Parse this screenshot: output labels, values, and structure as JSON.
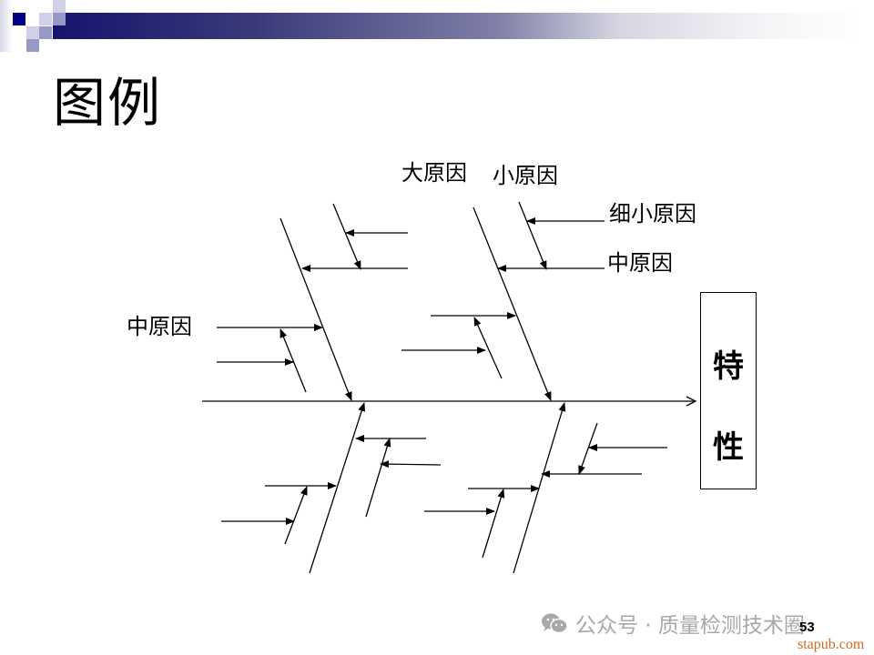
{
  "slide": {
    "title": "图例",
    "page_number": "53"
  },
  "diagram": {
    "type": "fishbone",
    "labels": {
      "big_cause": "大原因",
      "small_cause": "小原因",
      "tiny_cause": "细小原因",
      "mid_cause_right": "中原因",
      "mid_cause_left": "中原因"
    },
    "effect": {
      "char1": "特",
      "char2": "性"
    }
  },
  "watermark": {
    "icon": "wechat-icon",
    "text": "公众号 · 质量检测技术圈",
    "site": "stapub.com"
  },
  "colors": {
    "header_dark": "#14146e",
    "square_mid": "#9898c8",
    "square_light": "#d0d0e6",
    "watermark_gray": "#a8a8a8",
    "site_orange": "#d2691e"
  }
}
